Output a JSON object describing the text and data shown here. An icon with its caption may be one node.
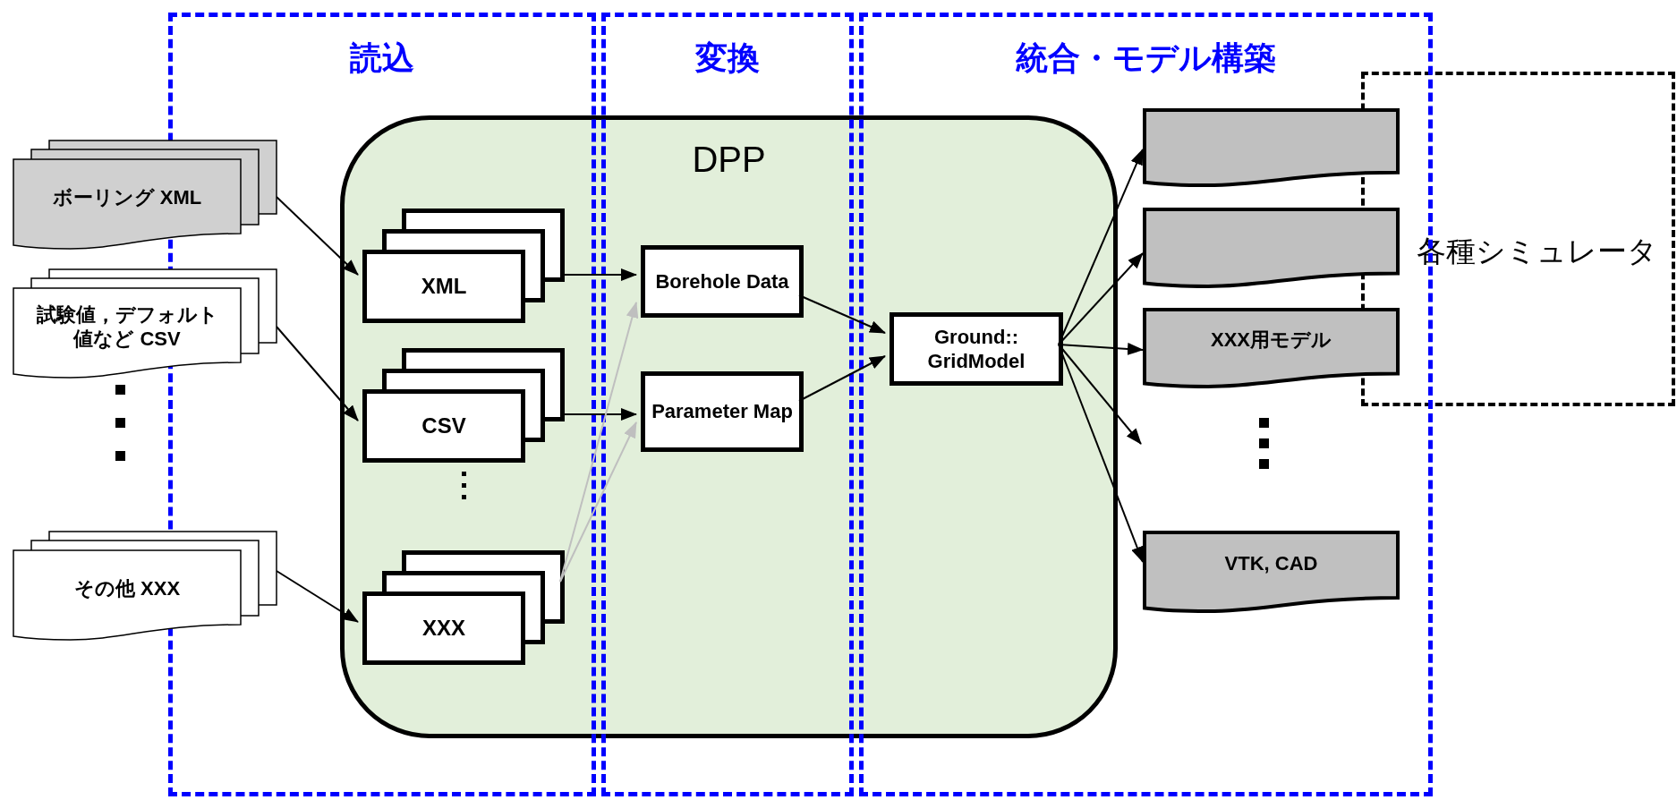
{
  "diagram": {
    "nodes": [
      {
        "text": [
          "DPP"
        ]
      },
      {
        "text": [
          "ボーリング XML"
        ]
      },
      {
        "text": [
          "試験値，デフォルト値など CSV"
        ]
      },
      {
        "text": [
          "その他 XXX"
        ]
      },
      {
        "text": [
          "XML"
        ],
        "in": 0
      },
      {
        "text": [
          "CSV"
        ],
        "in": 0
      },
      {
        "text": [
          "XXX"
        ],
        "in": 0
      },
      {
        "text": [
          "Borehole Data"
        ],
        "in": 0
      },
      {
        "text": [
          "Parameter Map"
        ],
        "in": 0
      },
      {
        "text": [
          "Ground:: GridModel"
        ],
        "in": 0
      },
      {
        "text": [
          "各種シミュレータ"
        ]
      },
      {
        "text": [],
        "shape": "document"
      },
      {
        "text": [],
        "shape": "document"
      },
      {
        "text": [
          "XXX用モデル"
        ]
      },
      {
        "text": [
          "VTK, CAD"
        ]
      }
    ],
    "edges": [
      {
        "from": 1,
        "to": 4,
        "arrow": "to"
      },
      {
        "from": 2,
        "to": 5,
        "arrow": "to"
      },
      {
        "from": 3,
        "to": 6,
        "arrow": "to"
      },
      {
        "from": 4,
        "to": 7,
        "arrow": "to"
      },
      {
        "from": 5,
        "to": 8,
        "arrow": "to"
      },
      {
        "from": 6,
        "to": 7,
        "arrow": "to",
        "color": "#bfbfbf"
      },
      {
        "from": 6,
        "to": 8,
        "arrow": "to",
        "color": "#bfbfbf"
      },
      {
        "from": 7,
        "to": 9,
        "arrow": "to"
      },
      {
        "from": 8,
        "to": 9,
        "arrow": "to"
      },
      {
        "from": 9,
        "to": 11,
        "arrow": "to"
      },
      {
        "from": 9,
        "to": 12,
        "arrow": "to"
      },
      {
        "from": 9,
        "to": 13,
        "arrow": "to"
      },
      {
        "from": 9,
        "to": null,
        "arrow": "to"
      },
      {
        "from": 9,
        "to": 14,
        "arrow": "to"
      }
    ],
    "labels": [
      "読込",
      "変換",
      "統合・モデル構築"
    ]
  }
}
